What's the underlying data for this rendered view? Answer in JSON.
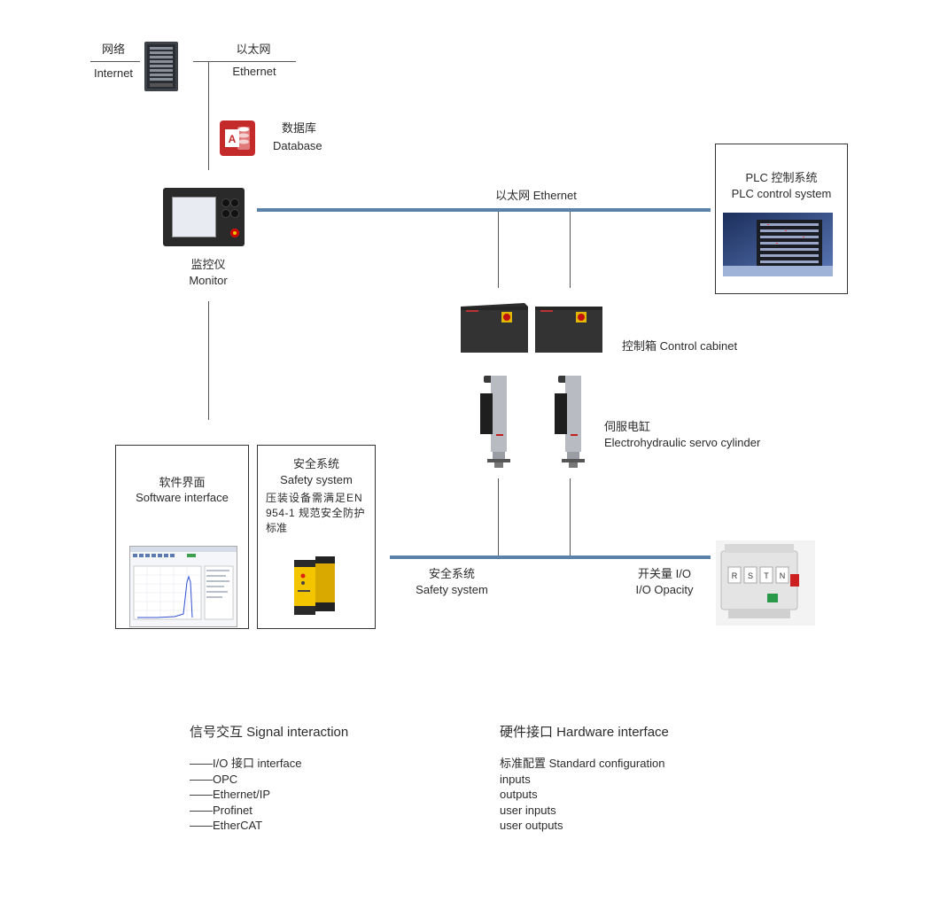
{
  "internet": {
    "cn": "网络",
    "en": "Internet"
  },
  "ethernet_top": {
    "cn": "以太网",
    "en": "Ethernet"
  },
  "database": {
    "cn": "数据库",
    "en": "Database"
  },
  "monitor": {
    "cn": "监控仪",
    "en": "Monitor"
  },
  "ethernet_bus": {
    "label": "以太网 Ethernet"
  },
  "plc": {
    "cn": "PLC 控制系统",
    "en": "PLC control system"
  },
  "control_cabinet": {
    "label": "控制箱 Control cabinet"
  },
  "servo_cylinder": {
    "cn": "伺服电缸",
    "en": "Electrohydraulic servo cylinder"
  },
  "software_interface": {
    "cn": "软件界面",
    "en": "Software interface"
  },
  "safety_box": {
    "cn": "安全系统",
    "en": "Safety system",
    "desc_line1": "压装设备需满足EN",
    "desc_line2": "954-1 规范安全防护",
    "desc_line3": "标准"
  },
  "safety_bus": {
    "cn": "安全系统",
    "en": "Safety system"
  },
  "io": {
    "cn": "开关量 I/O",
    "en": "I/O Opacity"
  },
  "signal_interaction": {
    "title": "信号交互 Signal interaction",
    "items": [
      "——I/O 接口 interface",
      "——OPC",
      "——Ethernet/IP",
      "——Profinet",
      "——EtherCAT"
    ]
  },
  "hardware_interface": {
    "title": "硬件接口 Hardware interface",
    "items": [
      "标准配置 Standard configuration",
      "inputs",
      "outputs",
      "user inputs",
      "user outputs"
    ]
  },
  "colors": {
    "bus_line": "#5b82a8",
    "access_red": "#c42a2a",
    "relay_yellow": "#f2c500"
  }
}
